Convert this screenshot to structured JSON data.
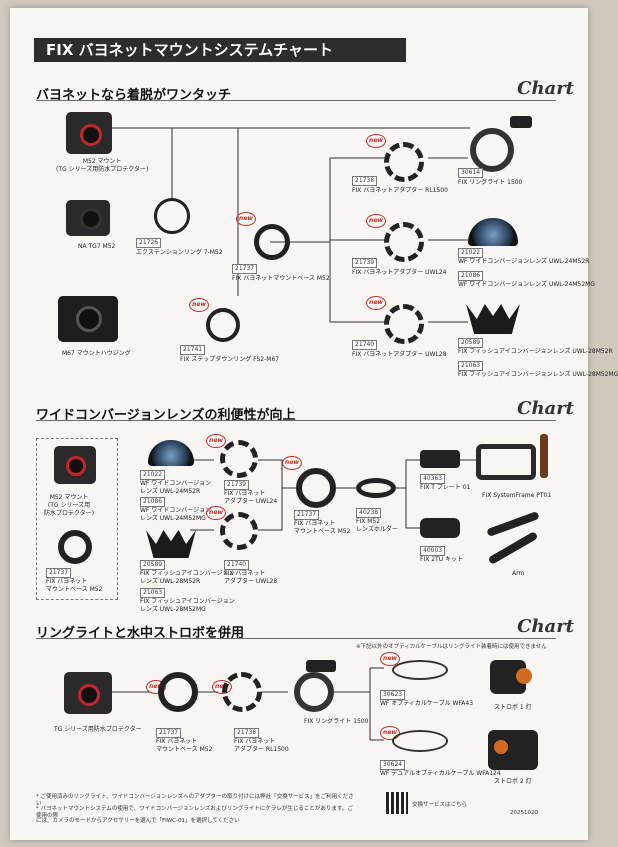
{
  "title": "FIX バヨネットマウントシステムチャート",
  "chart_word": "Chart",
  "sections": [
    {
      "heading": "バヨネットなら着脱がワンタッチ"
    },
    {
      "heading": "ワイドコンバージョンレンズの利便性が向上"
    },
    {
      "heading": "リングライトと水中ストロボを併用"
    }
  ],
  "s1": {
    "cam1": "M52 マウント\n(TG シリーズ用防水プロテクター)",
    "cam2": "NA TG7 M52",
    "cam3": "M67 マウントハウジング",
    "p21726": "21726",
    "n21726": "エクステンションリング 7-M52",
    "p21741": "21741",
    "n21741": "FIX ステップダウンリング FS2-M67",
    "p21737": "21737",
    "n21737": "FIX バヨネットマウントベース M52",
    "p21738": "21738",
    "n21738": "FIX バヨネットアダプター RL1500",
    "p21739": "21739",
    "n21739": "FIX バヨネットアダプター UWL24",
    "p21740": "21740",
    "n21740": "FIX バヨネットアダプター UWL28",
    "p30614": "30614",
    "n30614": "FIX リングライト 1500",
    "p21022": "21022",
    "n21022": "WF ワイドコンバージョンレンズ UWL-24M52R",
    "p21086": "21086",
    "n21086": "WF ワイドコンバージョンレンズ UWL-24M52MG",
    "p20589": "20589",
    "n20589": "FIX フィッシュアイコンバージョンレンズ UWL-28M52R",
    "p21063": "21063",
    "n21063": "FIX フィッシュアイコンバージョンレンズ UWL-28M52MG",
    "new": "new"
  },
  "s2": {
    "cam": "M52 マウント\n(TG シリーズ用\n防水プロテクター)",
    "p21737": "21737",
    "n21737": "FIX バヨネット\nマウントベース M52",
    "p21022": "21022",
    "n21022": "WF ワイドコンバージョン\nレンズ UWL-24M52R",
    "p21086": "21086",
    "n21086": "WF ワイドコンバージョン\nレンズ UWL-24M52MG",
    "p20589": "20589",
    "n20589": "FIX フィッシュアイコンバージョン\nレンズ UWL-28M52R",
    "p21063": "21063",
    "n21063": "FIX フィッシュアイコンバージョン\nレンズ UWL-28M52MG",
    "p21739": "21739",
    "n21739": "FIX バヨネット\nアダプター UWL24",
    "p21740": "21740",
    "n21740": "FIX バヨネット\nアダプター UWL28",
    "p21737b": "21737",
    "n21737b": "FIX バヨネット\nマウントベース M52",
    "p40238": "40238",
    "n40238": "FIX M52\nレンズホルダー",
    "p40363": "40363",
    "n40363": "FIX T プレート 01",
    "p40003": "40003",
    "n40003": "FIX 2TU キット",
    "frame": "FIX SystemFrame PT01",
    "arm": "Arm"
  },
  "s3": {
    "note": "※下記以外のオプティカルケーブルはリングライト装着時には使用できません",
    "cam": "TG シリーズ用防水プロテクター",
    "p21737": "21737",
    "n21737": "FIX バヨネット\nマウントベース M52",
    "p21738": "21738",
    "n21738": "FIX バヨネット\nアダプター RL1500",
    "ring": "FIX リングライト 1500",
    "p30623": "30623",
    "n30623": "WF オプティカルケーブル WFA43",
    "p30624": "30624",
    "n30624": "WF デュアルオプティカルケーブル WFA124",
    "strobe1": "ストロボ 1 灯",
    "strobe2": "ストロボ 2 灯"
  },
  "footer": {
    "line1": "* ご使用済みのリングライト、ワイドコンバージョンレンズへのアダプターの取り付けには弊社「交換サービス」をご利用ください",
    "line2": "* バヨネットマウントシステムの使用で、ワイドコンバージョンレンズおよびリングライトにケラレが生じることがあります。ご使用の際",
    "line3": "には、カメラのモードからアクセサリーを選んで「FIWC-01」を選択してください",
    "qr_label": "交換サービスはこちら",
    "code": "20251020"
  }
}
